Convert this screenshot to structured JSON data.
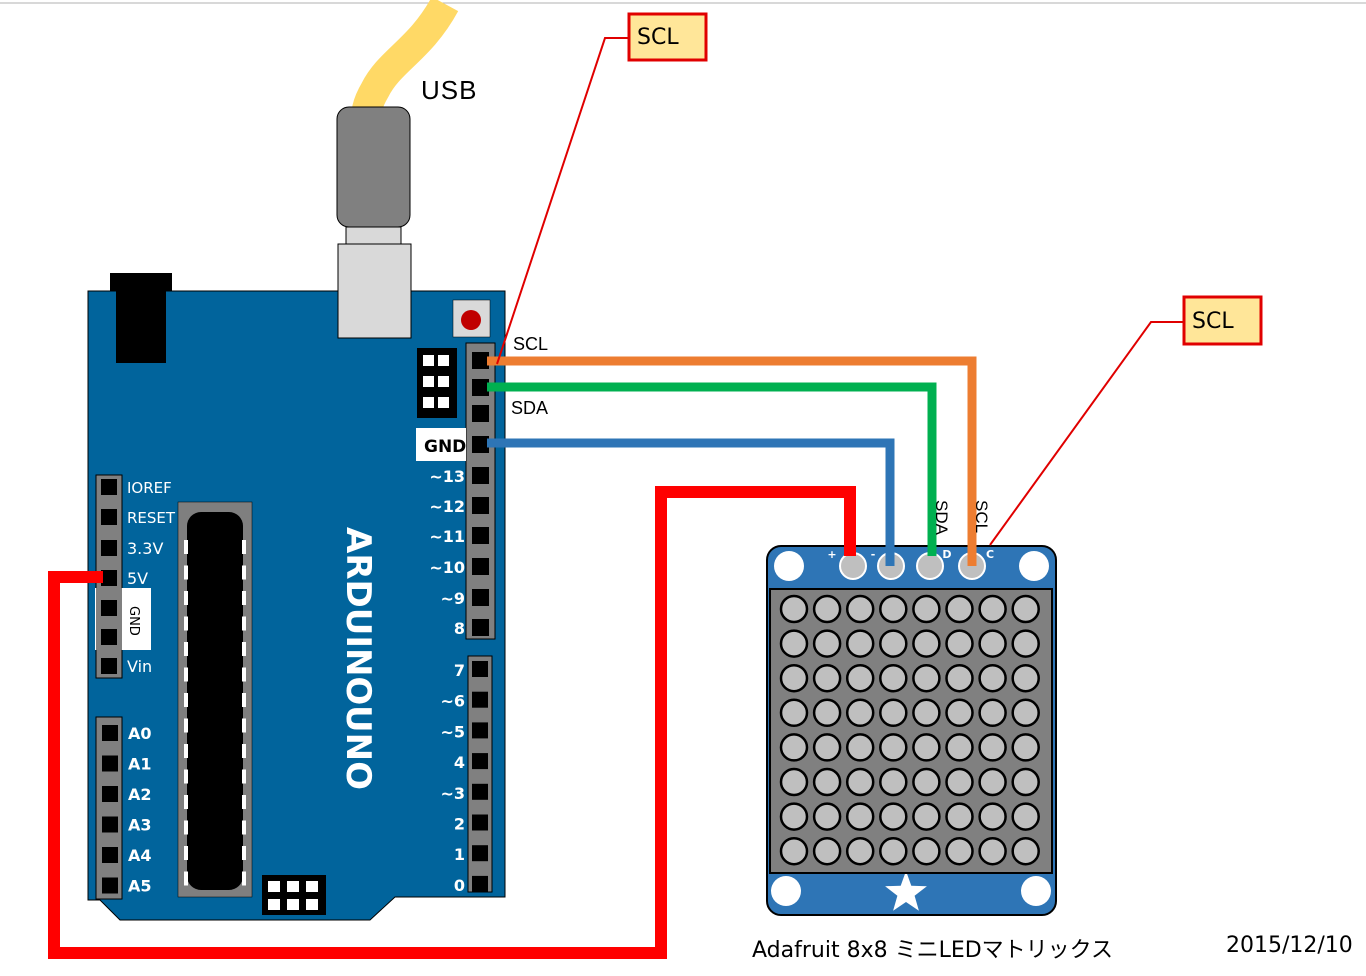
{
  "diagram": {
    "usb_label": "USB",
    "board": {
      "name_line1": "ARDUINO",
      "name_line2": "UNO",
      "power_pins": [
        "IOREF",
        "RESET",
        "3.3V",
        "5V",
        "GND",
        "Vin"
      ],
      "power_gnd_label": "GND",
      "analog_pins": [
        "A0",
        "A1",
        "A2",
        "A3",
        "A4",
        "A5"
      ],
      "digital_top_labels": [
        "SCL",
        "SDA"
      ],
      "digital_gnd_label": "GND",
      "digital_pins_high": [
        "~13",
        "~12",
        "~11",
        "~10",
        "~9",
        "8"
      ],
      "digital_pins_low": [
        "7",
        "~6",
        "~5",
        "4",
        "~3",
        "2",
        "1",
        "0"
      ]
    },
    "matrix": {
      "pin_labels": [
        "+",
        "-",
        "D",
        "C"
      ],
      "wire_labels": [
        "SDA",
        "SCL"
      ],
      "rows": 8,
      "cols": 8,
      "caption": "Adafruit 8x8 ミニLEDマトリックス"
    },
    "callouts": [
      {
        "text": "SCL"
      },
      {
        "text": "SCL"
      }
    ],
    "wires": [
      {
        "name": "scl-wire",
        "color": "#ed7d31"
      },
      {
        "name": "sda-wire",
        "color": "#00b050"
      },
      {
        "name": "gnd-wire",
        "color": "#2e75b6"
      },
      {
        "name": "5v-wire",
        "color": "#ff0000"
      }
    ],
    "colors": {
      "board": "#01649c",
      "matrix_pcb": "#2e75b6",
      "callout_fill": "#ffe699",
      "callout_border": "#e00000",
      "usb_cable": "#ffd966"
    },
    "date": "2015/12/10"
  }
}
